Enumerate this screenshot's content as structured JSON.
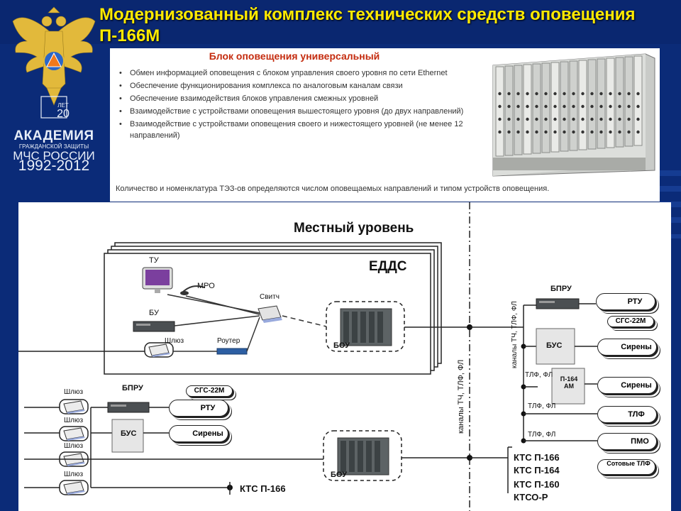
{
  "slide_title": "Модернизованный комплекс технических средств оповещения П-166М",
  "logo": {
    "badge_number": "20",
    "badge_suffix": "ЛЕТ",
    "line1": "АКАДЕМИЯ",
    "line2": "ГРАЖДАНСКОЙ ЗАЩИТЫ",
    "line3": "МЧС РОССИИ",
    "line4": "1992-2012"
  },
  "info": {
    "title": "Блок оповещения универсальный",
    "bullets": [
      "Обмен информацией оповещения с блоком управления своего уровня по сети Ethernet",
      "Обеспечение функционирования комплекса по аналоговым каналам связи",
      "Обеспечение взаимодействия блоков управления смежных уровней",
      "Взаимодействие с устройствами оповещения вышестоящего уровня (до двух направлений)",
      "Взаимодействие с устройствами оповещения своего и нижестоящего уровней (не менее 12 направлений)"
    ],
    "note": "Количество и номенклатура ТЭЗ-ов определяются числом оповещаемых направлений и  типом устройств оповещения."
  },
  "diagram": {
    "level_title": "Местный уровень",
    "edds": "ЕДДС",
    "tu": "ТУ",
    "mro": "МРО",
    "switch": "Свитч",
    "bu": "БУ",
    "gateway": "Шлюз",
    "router": "Роутер",
    "bou": "БОУ",
    "bou2": "БОУ",
    "channels_mid": "каналы ТЧ, ТЛФ, ФЛ",
    "bpru_left": "БПРУ",
    "sgs_left": "СГС-22М",
    "rtu_left": "РТУ",
    "bus_left": "БУС",
    "sirens_left": "Сирены",
    "gw1": "Шлюз",
    "gw2": "Шлюз",
    "gw3": "Шлюз",
    "gw4": "Шлюз",
    "kts_left": "КТС П-166",
    "bpru_right": "БПРУ",
    "rtu_right": "РТУ",
    "sgs_right": "СГС-22М",
    "channels_right": "каналы ТЧ, ТЛФ, ФЛ",
    "bus_right": "БУС",
    "sirens_r1": "Сирены",
    "tlf_fl_1": "ТЛФ, ФЛ",
    "p164am": "П-164 АМ",
    "sirens_r2": "Сирены",
    "tlf_fl_2": "ТЛФ, ФЛ",
    "tlf": "ТЛФ",
    "tlf_fl_3": "ТЛФ, ФЛ",
    "pmo": "ПМО",
    "cell_tlf": "Сотовые ТЛФ",
    "kts_list": [
      "КТС П-166",
      "КТС П-164",
      "КТС П-160",
      "КТСО-Р"
    ]
  }
}
